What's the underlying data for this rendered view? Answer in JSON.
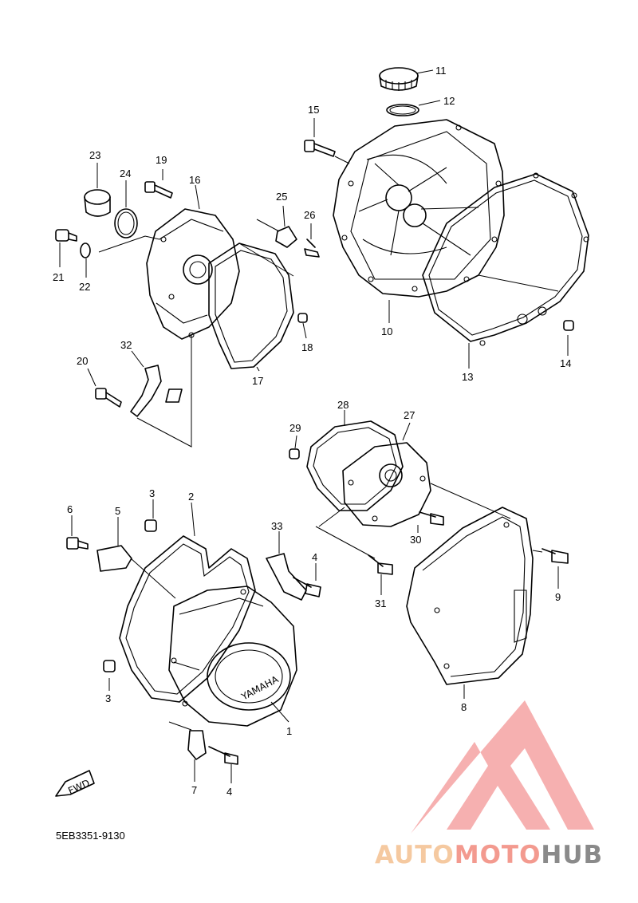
{
  "diagram_code": "5EB3351-9130",
  "part_brand_text": "YAMAHA",
  "fwd_label": "FWD",
  "callouts": [
    {
      "id": "c1",
      "text": "1"
    },
    {
      "id": "c2",
      "text": "2"
    },
    {
      "id": "c3a",
      "text": "3"
    },
    {
      "id": "c3b",
      "text": "3"
    },
    {
      "id": "c4a",
      "text": "4"
    },
    {
      "id": "c4b",
      "text": "4"
    },
    {
      "id": "c5",
      "text": "5"
    },
    {
      "id": "c6",
      "text": "6"
    },
    {
      "id": "c7",
      "text": "7"
    },
    {
      "id": "c8",
      "text": "8"
    },
    {
      "id": "c9",
      "text": "9"
    },
    {
      "id": "c10",
      "text": "10"
    },
    {
      "id": "c11",
      "text": "11"
    },
    {
      "id": "c12",
      "text": "12"
    },
    {
      "id": "c13",
      "text": "13"
    },
    {
      "id": "c14",
      "text": "14"
    },
    {
      "id": "c15",
      "text": "15"
    },
    {
      "id": "c16",
      "text": "16"
    },
    {
      "id": "c17",
      "text": "17"
    },
    {
      "id": "c18",
      "text": "18"
    },
    {
      "id": "c19",
      "text": "19"
    },
    {
      "id": "c20",
      "text": "20"
    },
    {
      "id": "c21",
      "text": "21"
    },
    {
      "id": "c22",
      "text": "22"
    },
    {
      "id": "c23",
      "text": "23"
    },
    {
      "id": "c24",
      "text": "24"
    },
    {
      "id": "c25",
      "text": "25"
    },
    {
      "id": "c26",
      "text": "26"
    },
    {
      "id": "c27",
      "text": "27"
    },
    {
      "id": "c28",
      "text": "28"
    },
    {
      "id": "c29",
      "text": "29"
    },
    {
      "id": "c30",
      "text": "30"
    },
    {
      "id": "c31",
      "text": "31"
    },
    {
      "id": "c32",
      "text": "32"
    },
    {
      "id": "c33",
      "text": "33"
    }
  ],
  "watermark": {
    "part_a": "AUTO",
    "part_b": "MOTO",
    "part_c": "HUB",
    "colors": {
      "auto": "#f5c9a0",
      "moto": "#f39a8f",
      "hub": "#8a8a8a",
      "logo": "#f4a2a2"
    }
  }
}
